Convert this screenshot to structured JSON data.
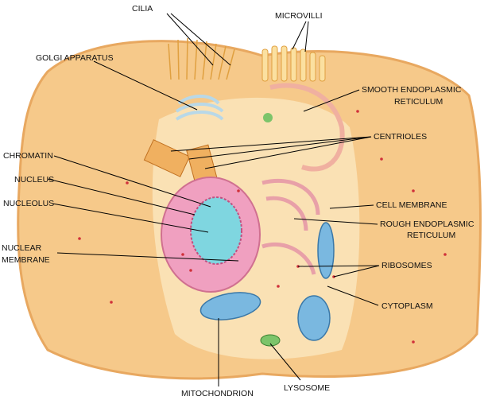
{
  "title": "Animal cell diagram",
  "labels": {
    "cilia": "CILIA",
    "microvilli": "MICROVILLI",
    "golgi": "GOLGI APPARATUS",
    "smooth_er_1": "SMOOTH ENDOPLASMIC",
    "smooth_er_2": "RETICULUM",
    "centrioles": "CENTRIOLES",
    "chromatin": "CHROMATIN",
    "nucleus": "NUCLEUS",
    "nucleolus": "NUCLEOLUS",
    "nuclear_membrane_1": "NUCLEAR",
    "nuclear_membrane_2": "MEMBRANE",
    "cell_membrane": "CELL MEMBRANE",
    "rough_er_1": "ROUGH ENDOPLASMIC",
    "rough_er_2": "RETICULUM",
    "ribosomes": "RIBOSOMES",
    "cytoplasm": "CYTOPLASM",
    "mitochondrion": "MITOCHONDRION",
    "lysosome": "LYSOSOME"
  },
  "colors": {
    "cell": "#f6c98a",
    "cell_edge": "#e8a860",
    "cytoplasm": "#fbe3b8",
    "nucleus": "#f0a0c0",
    "nucleolus": "#7fd6e0",
    "mitochondria": "#7ab8e0",
    "lysosome": "#7cc46a",
    "ribosome": "#d0303a"
  }
}
